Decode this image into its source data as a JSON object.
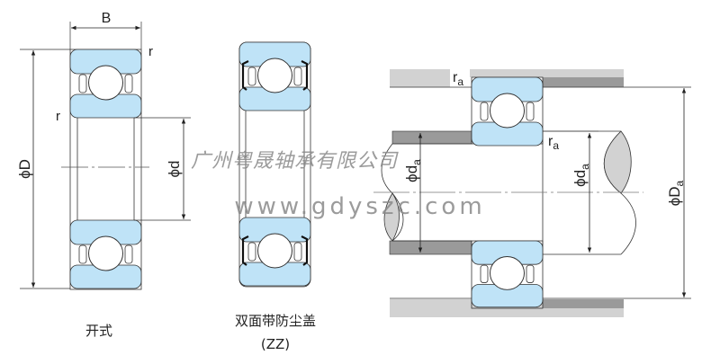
{
  "open_bearing": {
    "caption": "开式",
    "width_label": "B",
    "outer_dia_label": "ϕD",
    "bore_label": "ϕd",
    "radius_label": "r"
  },
  "shielded_bearing": {
    "caption": "双面带防尘盖",
    "code": "(ZZ)"
  },
  "mounting": {
    "radius_label": "r",
    "radius_sub": "a",
    "shaft_dia_label": "ϕd",
    "shaft_dia_sub": "a",
    "housing_dia_label": "ϕD",
    "housing_dia_sub": "a"
  },
  "watermark": {
    "company": "广州粤晟轴承有限公司",
    "url": "www.gdyszc.com"
  },
  "colors": {
    "ring": "#bfe3f7",
    "housing_light": "#d2d2d2",
    "housing_dark": "#9a9a9a",
    "line": "#222222"
  }
}
